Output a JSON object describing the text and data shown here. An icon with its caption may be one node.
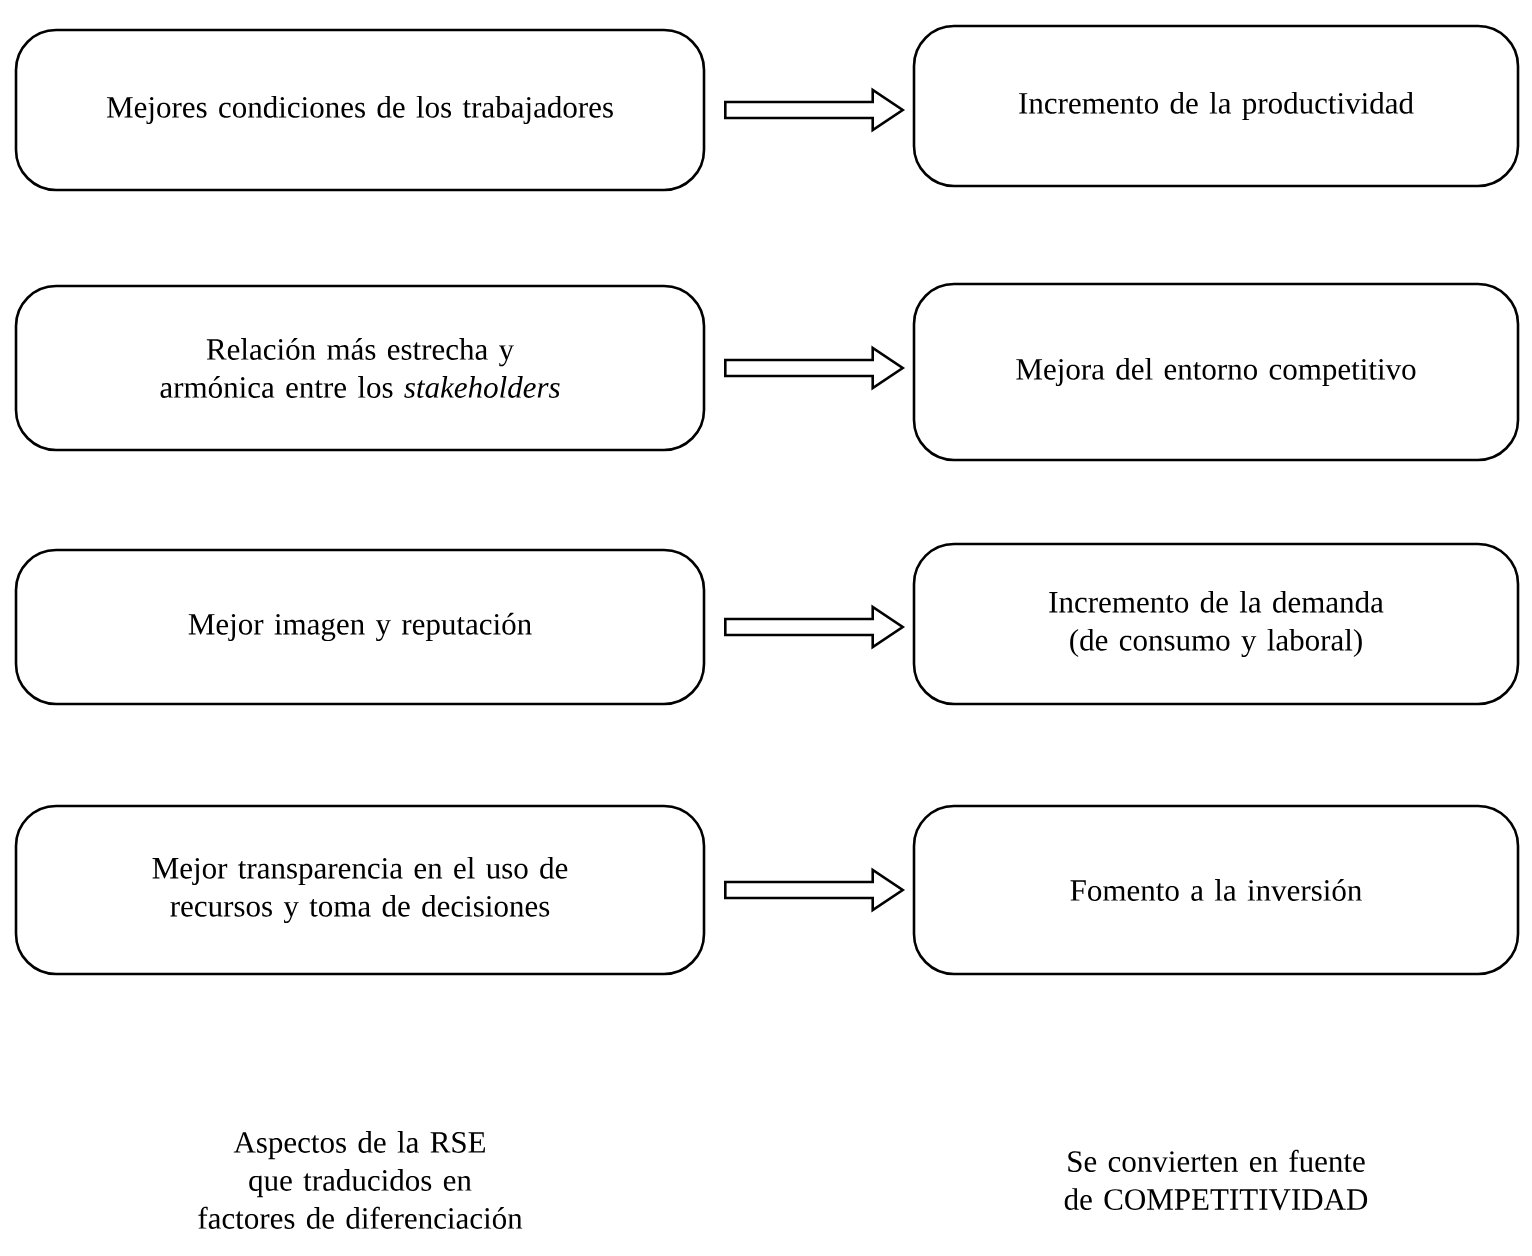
{
  "diagram": {
    "nodes": [
      {
        "text": [
          "Mejores condiciones de los trabajadores"
        ]
      },
      {
        "text": [
          "Relación más estrecha y armónica entre los *stakeholders*"
        ]
      },
      {
        "text": [
          "Mejor imagen y reputación"
        ]
      },
      {
        "text": [
          "Mejor transparencia en el uso de recursos  y toma de decisiones"
        ]
      },
      {
        "text": [
          "Incremento de la productividad"
        ]
      },
      {
        "text": [
          "Mejora del entorno competitivo"
        ]
      },
      {
        "text": [
          "Incremento de la demanda (de consumo y laboral)"
        ]
      },
      {
        "text": [
          "Fomento a la inversión"
        ]
      }
    ],
    "edges": [
      {
        "from": 0,
        "to": 4,
        "arrow": "to"
      },
      {
        "from": 1,
        "to": 5,
        "arrow": "to"
      },
      {
        "from": 2,
        "to": 6,
        "arrow": "to"
      },
      {
        "from": 3,
        "to": 7,
        "arrow": "to"
      }
    ],
    "labels": [
      "Aspectos de la RSE que traducidos en factores de diferenciación",
      "Se convierten en fuente de COMPETITIVIDAD"
    ]
  }
}
